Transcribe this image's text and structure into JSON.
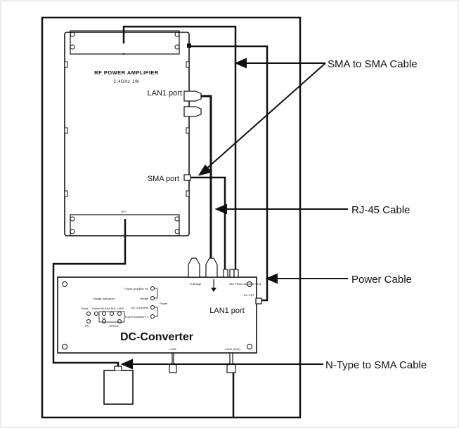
{
  "amplifier": {
    "title": "RF POWER AMPLIFIER",
    "subtitle": "2.4GHz 1W",
    "in_label": "IN",
    "out_label": "OUT",
    "lan1_label": "LAN1 port",
    "sma_label": "SMA port"
  },
  "converter": {
    "title": "DC-Converter",
    "lan1_label": "LAN1 port",
    "bridge_indicators": "Bridge Indicators",
    "led_row": [
      "Band",
      "Power",
      "WLAN",
      "LAN1",
      "LAN2"
    ],
    "right_block": [
      "Power Amplifier Rx",
      "Bridge",
      "DC Converter",
      "Power Amplifier Tx"
    ],
    "power_label": "Power",
    "to_bridge": "To Bridge",
    "pin_labels": "48V Power Amplifier Only",
    "dc_out": "DC OUT",
    "bottom_left": "LAN1",
    "bottom_right": "LAN2 (PoE)",
    "bottom_mid": "SPEED",
    "led_a": "PA",
    "led_b": "RX"
  },
  "callouts": {
    "sma_to_sma": "SMA to SMA Cable",
    "rj45": "RJ-45 Cable",
    "power": "Power Cable",
    "ntype": "N-Type to SMA Cable"
  }
}
